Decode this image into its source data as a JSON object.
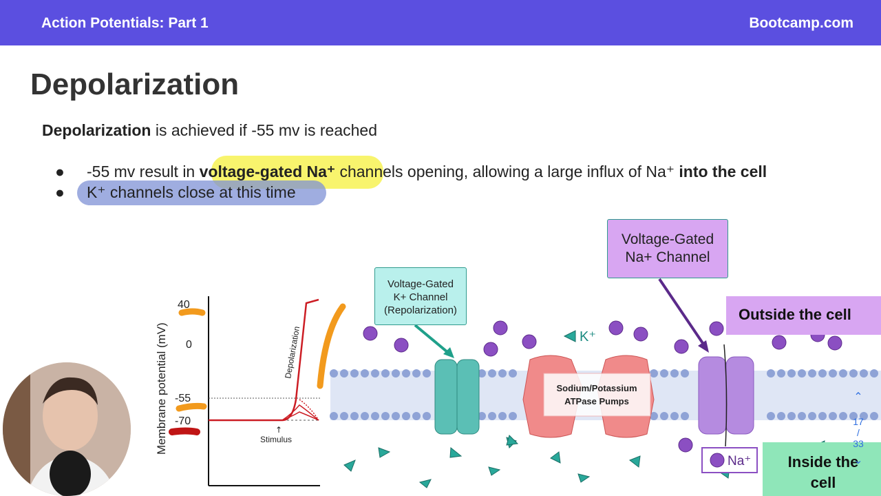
{
  "header": {
    "title": "Action Potentials: Part 1",
    "brand": "Bootcamp.com"
  },
  "slide": {
    "title": "Depolarization",
    "subtitle_bold": "Depolarization",
    "subtitle_rest": " is achieved if -55 mv is reached",
    "bullets": [
      {
        "pre": "-55 mv result in ",
        "bold": "voltage-gated Na⁺",
        "mid": " channels opening, allowing a large influx of Na⁺ ",
        "bold2": "into the cell"
      },
      {
        "text": "K⁺ channels close at this time"
      }
    ]
  },
  "graph": {
    "ylabel": "Membrane potential (mV)",
    "ticks": [
      "40",
      "0",
      "-55",
      "-70"
    ],
    "depolarization_label": "Depolarization",
    "stimulus_label": "Stimulus"
  },
  "diagram": {
    "k_channel_label": [
      "Voltage-Gated",
      "K+ Channel",
      "(Repolarization)"
    ],
    "na_channel_label": [
      "Voltage-Gated",
      "Na+ Channel"
    ],
    "pump_label": [
      "Sodium/Potassium",
      "ATPase Pumps"
    ],
    "k_ion_label": "K⁺",
    "na_legend_label": "Na⁺",
    "outside_label": "Outside the cell",
    "inside_label_1": "Inside the",
    "inside_label_2": "cell"
  },
  "controls": {
    "page_current": "17",
    "page_total": "33",
    "prev_icon": "chevron-up-icon",
    "next_icon": "chevron-down-icon"
  },
  "colors": {
    "header": "#5b4fe0",
    "k_channel": "#5bbfb5",
    "na_channel": "#b58be0",
    "pump": "#f08a8a",
    "potassium_ion": "#29a89a",
    "sodium_ion": "#8b4fc2"
  }
}
